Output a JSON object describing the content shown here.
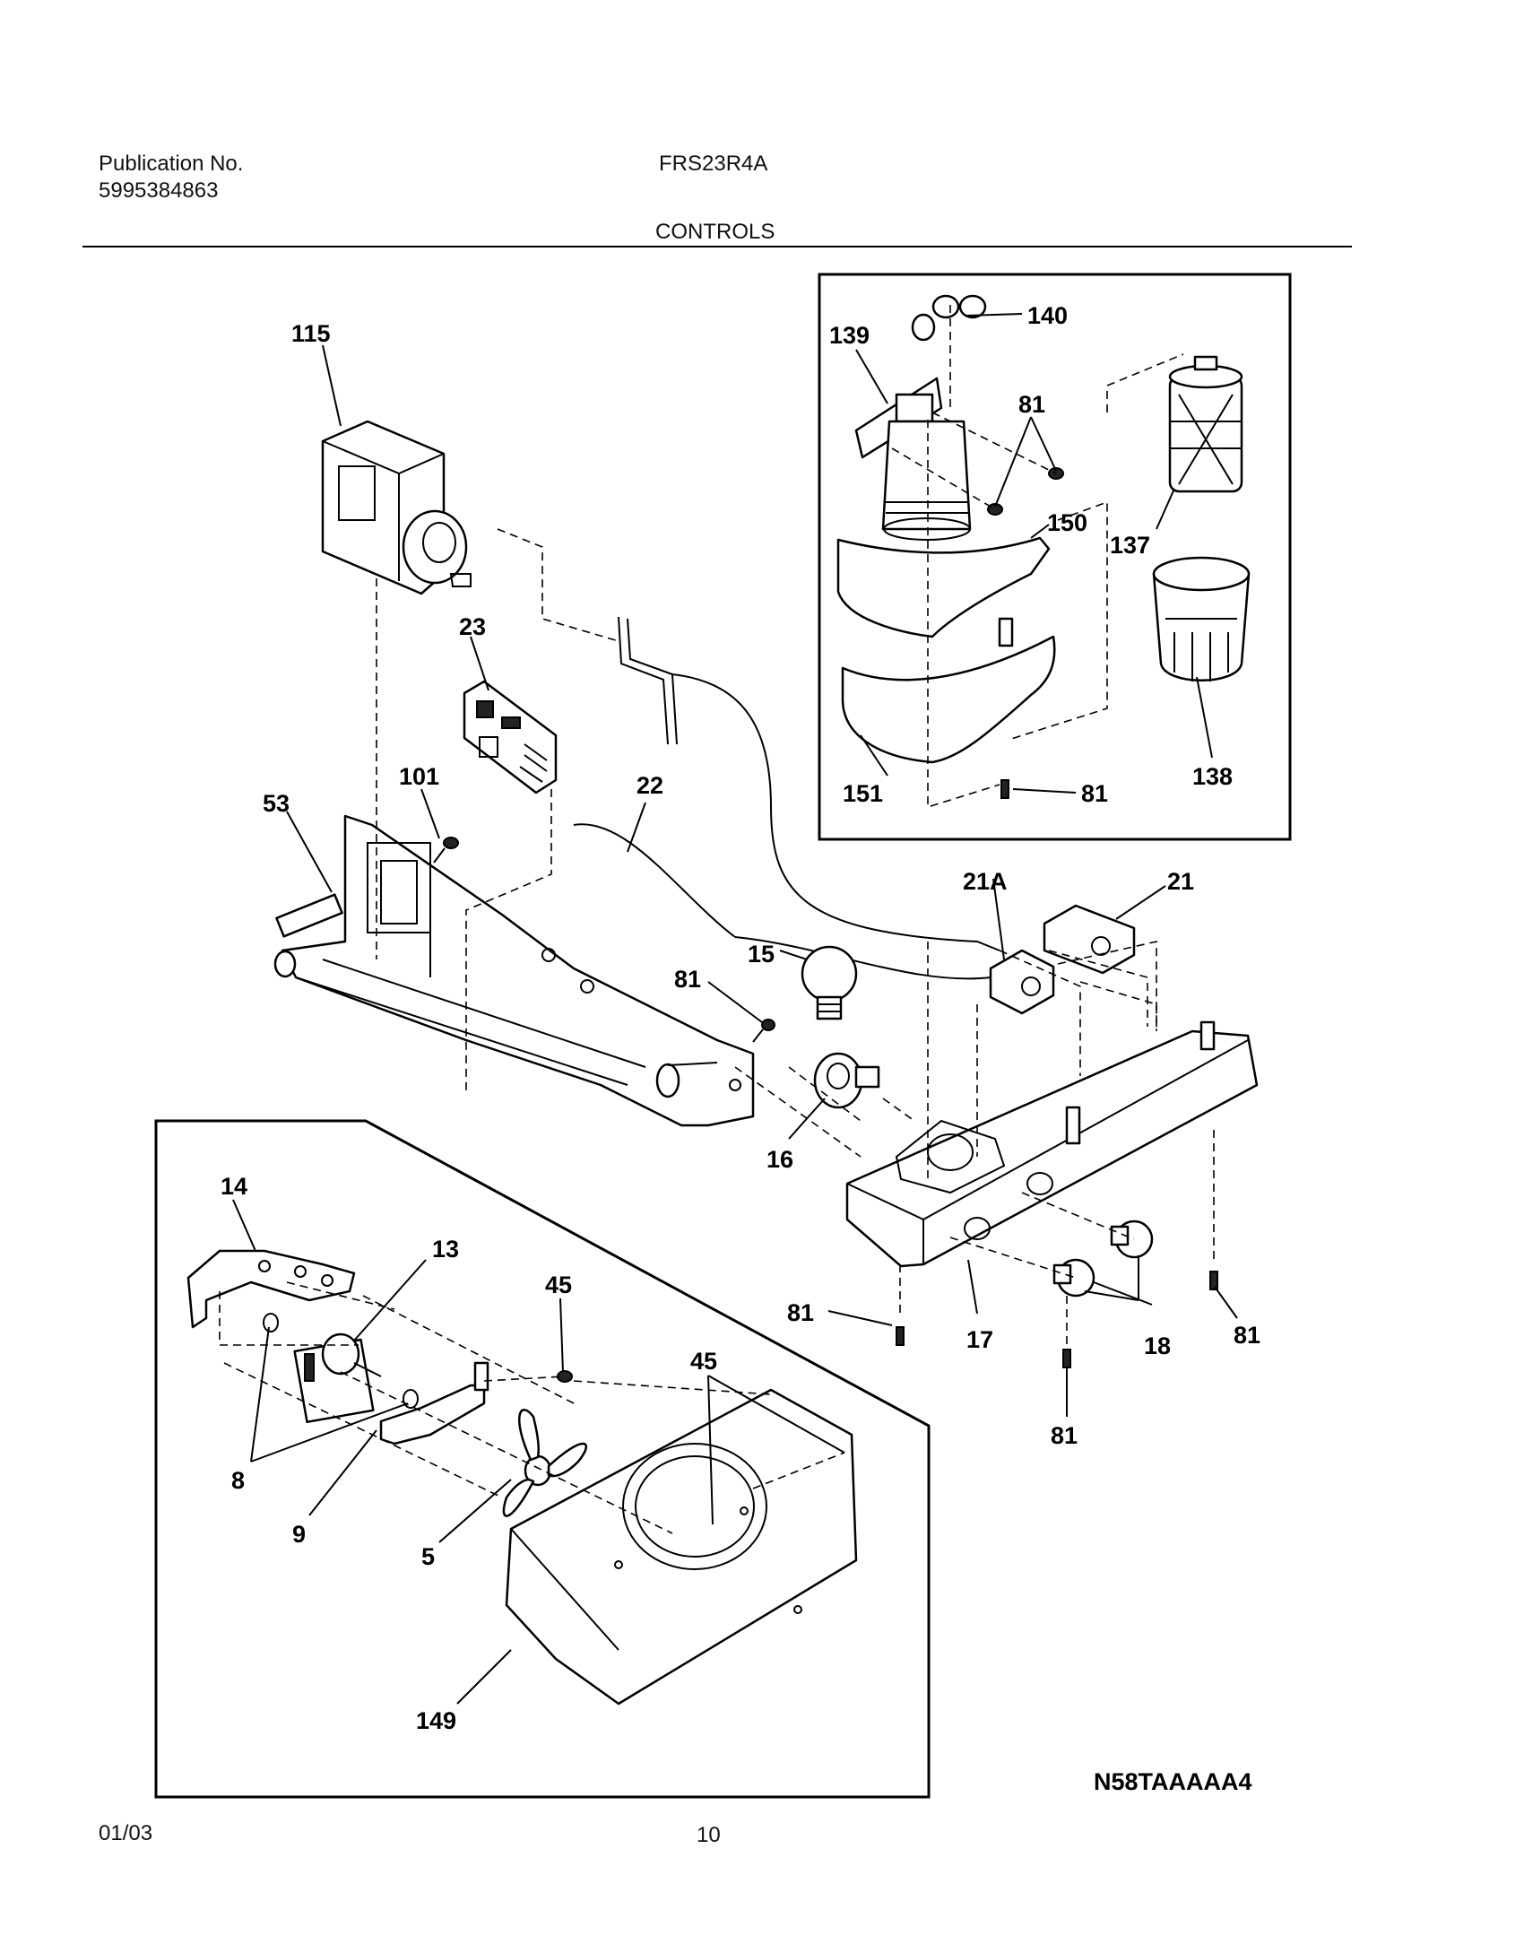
{
  "header": {
    "publication_label": "Publication No.",
    "publication_number": "5995384863",
    "model": "FRS23R4A",
    "section_title": "CONTROLS"
  },
  "callouts": {
    "c115": "115",
    "c23": "23",
    "c101": "101",
    "c53": "53",
    "c22": "22",
    "c139": "139",
    "c140": "140",
    "c81a": "81",
    "c150": "150",
    "c137": "137",
    "c138": "138",
    "c151": "151",
    "c81b": "81",
    "c21a": "21A",
    "c21": "21",
    "c15": "15",
    "c81c": "81",
    "c16": "16",
    "c17": "17",
    "c18": "18",
    "c81d": "81",
    "c81e": "81",
    "c81f": "81",
    "c14": "14",
    "c13": "13",
    "c45a": "45",
    "c45b": "45",
    "c8": "8",
    "c9": "9",
    "c5": "5",
    "c149": "149"
  },
  "diagram_ref": "N58TAAAAA4",
  "footer": {
    "date": "01/03",
    "page_number": "10"
  }
}
